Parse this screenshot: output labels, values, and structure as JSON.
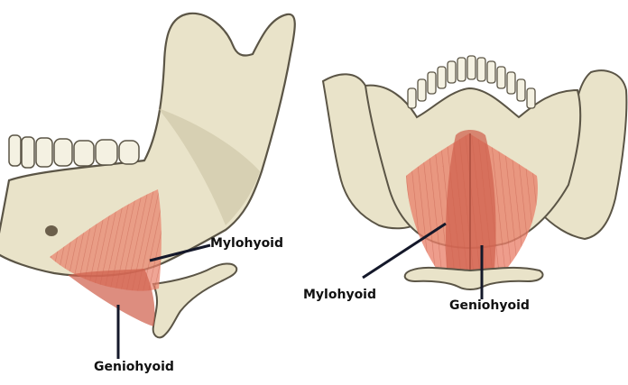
{
  "labels": {
    "lateral_mylohyoid": "Mylohyoid",
    "lateral_geniohyoid": "Geniohyoid",
    "inferior_mylohyoid": "Mylohyoid",
    "inferior_geniohyoid": "Geniohyoid"
  },
  "colors": {
    "bone_fill": "#e9e3c9",
    "bone_shade": "#c9c1a0",
    "bone_outline": "#5b5546",
    "tooth": "#f4f1e2",
    "muscle": "#e9826c",
    "muscle_dark": "#d0614d",
    "leader": "#14182a"
  }
}
